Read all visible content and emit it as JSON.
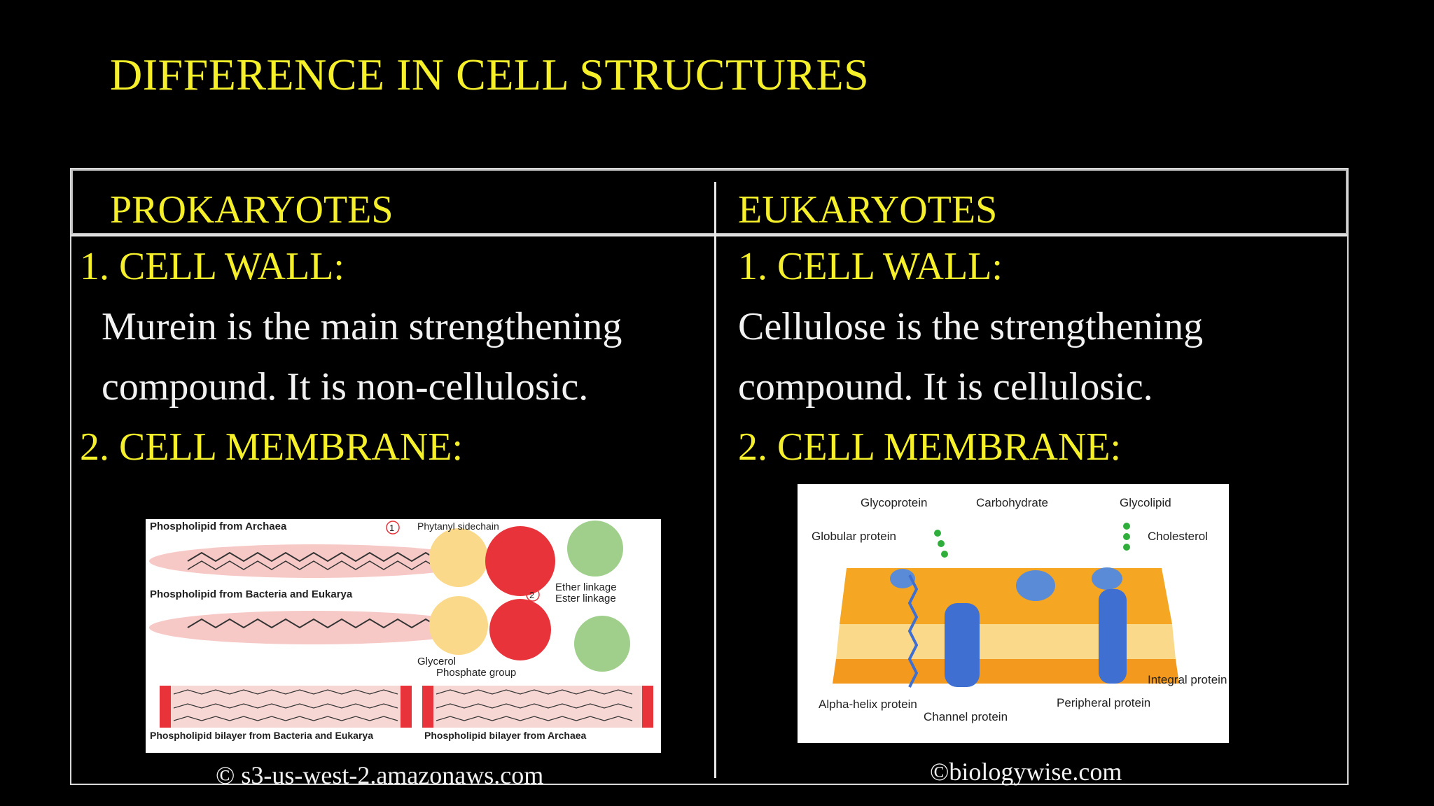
{
  "slide": {
    "title": "DIFFERENCE IN CELL STRUCTURES"
  },
  "columns": {
    "left_header": "PROKARYOTES",
    "right_header": "EUKARYOTES"
  },
  "prokaryotes": {
    "cell_wall_heading": "1.   CELL WALL:",
    "cell_wall_line1": "Murein is the main strengthening",
    "cell_wall_line2": "compound. It is non-cellulosic.",
    "cell_membrane_heading": "2. CELL MEMBRANE:",
    "figure_credit": "© s3-us-west-2.amazonaws.com",
    "figure_labels": {
      "archaea_phospholipid": "Phospholipid from Archaea",
      "phytanyl": "Phytanyl sidechain",
      "bacteria_phospholipid": "Phospholipid from Bacteria and Eukarya",
      "ether": "Ether linkage",
      "ester": "Ester linkage",
      "glycerol": "Glycerol",
      "phosphate": "Phosphate group",
      "bilayer_bacteria": "Phospholipid bilayer from Bacteria and Eukarya",
      "bilayer_archaea": "Phospholipid bilayer from Archaea",
      "marker1": "1",
      "marker2": "2"
    }
  },
  "eukaryotes": {
    "cell_wall_heading": "1. CELL WALL:",
    "cell_wall_line1": "Cellulose is the strengthening",
    "cell_wall_line2": "compound. It is cellulosic.",
    "cell_membrane_heading": "2. CELL MEMBRANE:",
    "figure_credit": "©biologywise.com",
    "figure_labels": {
      "glycoprotein": "Glycoprotein",
      "carbohydrate": "Carbohydrate",
      "glycolipid": "Glycolipid",
      "globular": "Globular protein",
      "cholesterol": "Cholesterol",
      "integral": "Integral protein",
      "alpha_helix": "Alpha-helix protein",
      "channel": "Channel protein",
      "peripheral": "Peripheral protein"
    }
  },
  "colors": {
    "background": "#000000",
    "heading_yellow": "#f5f02a",
    "body_white": "#f2f2f2"
  }
}
